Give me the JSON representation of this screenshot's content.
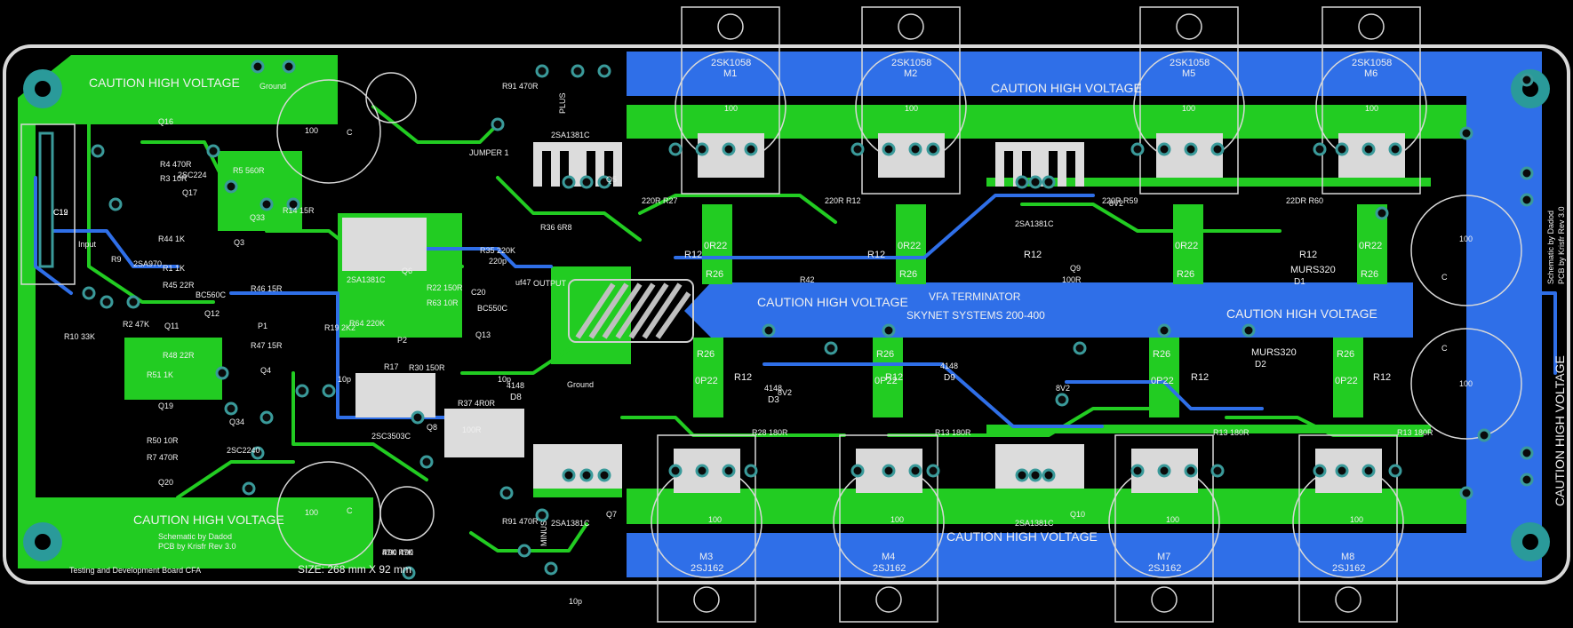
{
  "board": {
    "colors": {
      "background": "#000000",
      "top_copper": "#22cc22",
      "bottom_copper": "#2f6fe8",
      "silkscreen": "#f0f0f0",
      "pad_ring": "#3a9a9a",
      "outline": "#d8d8d8"
    },
    "caution_labels": [
      "CAUTION HIGH VOLTAGE",
      "CAUTION HIGH VOLTAGE",
      "CAUTION HIGH VOLTAGE",
      "CAUTION HIGH VOLTAGE",
      "CAUTION HIGH VOLTAGE",
      "CAUTION HIGH VOLTAGE",
      "CAUTION HIGH VOLTAGE"
    ],
    "product_title": "VFA TERMINATOR",
    "product_subtitle": "SKYNET SYSTEMS 200-400",
    "credits": {
      "schematic": "Schematic by Dadod",
      "pcb": "PCB by Krisfr Rev 3.0"
    },
    "side_credits": {
      "line1": "Schematic by Dadod",
      "line2": "PCB by Krisfr Rev 3.0"
    },
    "footer": {
      "board_name": "Testing and Development Board CFA",
      "size": "SIZE: 268 mm  X 92 mm"
    },
    "connectors": {
      "input": "Input",
      "output": "OUTPUT",
      "plus": "PLUS",
      "minus": "MINUS",
      "ground": "Ground",
      "jumper": "JUMPER 1"
    },
    "mosfets_top": [
      {
        "ref": "M1",
        "part": "2SK1058"
      },
      {
        "ref": "M2",
        "part": "2SK1058"
      },
      {
        "ref": "M5",
        "part": "2SK1058"
      },
      {
        "ref": "M6",
        "part": "2SK1058"
      }
    ],
    "mosfets_bottom": [
      {
        "ref": "M3",
        "part": "2SJ162"
      },
      {
        "ref": "M4",
        "part": "2SJ162"
      },
      {
        "ref": "M7",
        "part": "2SJ162"
      },
      {
        "ref": "M8",
        "part": "2SJ162"
      }
    ],
    "drivers": [
      {
        "ref": "Q5",
        "part": "2SA1381C"
      },
      {
        "ref": "Q9",
        "part": "2SA1381C"
      },
      {
        "ref": "Q7",
        "part": "2SA1381C"
      },
      {
        "ref": "Q10",
        "part": "2SA1381C"
      },
      {
        "ref": "Q6",
        "part": "2SA1381C"
      },
      {
        "ref": "Q8",
        "part": "2SC3503C"
      }
    ],
    "emitter_resistors": [
      "0R22",
      "0R22",
      "0R22",
      "0R22",
      "0P22",
      "0P22",
      "0P22",
      "0P22"
    ],
    "r26_labels": [
      "R26",
      "R26",
      "R26",
      "R26",
      "R26",
      "R26",
      "R26",
      "R26"
    ],
    "r12_labels": [
      "R12",
      "R12",
      "R12",
      "R12",
      "R12",
      "R12",
      "R12",
      "R12"
    ],
    "gate_resistors": [
      "220R R27",
      "220R R12",
      "220R R59",
      "22DR R60",
      "R28 180R",
      "R13 180R",
      "R13 180R",
      "R13 180R"
    ],
    "diodes": [
      {
        "ref": "D1",
        "part": "MURS320"
      },
      {
        "ref": "D2",
        "part": "MURS320"
      },
      {
        "ref": "D3",
        "part": "4148"
      },
      {
        "ref": "D9",
        "part": "4148"
      },
      {
        "ref": "D8",
        "part": "4148"
      }
    ],
    "zeners": [
      "8V2",
      "8V2",
      "8V2"
    ],
    "misc_parts": [
      "R36 6R8",
      "uf47",
      "C20",
      "C19",
      "C12",
      "P1",
      "P2",
      "Q13",
      "BC550C",
      "BC560C",
      "2SA970",
      "2SC224",
      "2SC2240",
      "R17",
      "R42",
      "100R",
      "100R",
      "R37 4R0R",
      "R30 150R",
      "R64 220K",
      "R35 220K",
      "R22 150R",
      "R63 10R",
      "R19 2K2",
      "220p",
      "10p",
      "10p",
      "10p"
    ],
    "small_transistors": [
      "Q16",
      "Q17",
      "Q33",
      "Q3",
      "Q12",
      "Q11",
      "Q34",
      "Q19",
      "Q20",
      "Q4"
    ],
    "front_resistors": [
      "R4 470R",
      "R3 10R",
      "R44 1K",
      "R1 1K",
      "R45 22R",
      "R48 22R",
      "R51 1K",
      "R50 10R",
      "R7 470R",
      "R46 15R",
      "R47 15R",
      "R5 560R",
      "R14 15R",
      "R9",
      "R2 47K",
      "R10 33K",
      "R90 47K",
      "R91 470R",
      "47K R90",
      "R91 470R"
    ],
    "cap_labels": [
      "100",
      "100",
      "100",
      "100",
      "100",
      "100",
      "100",
      "100",
      "100",
      "100",
      "100",
      "100",
      "C",
      "C",
      "C",
      "C"
    ]
  }
}
